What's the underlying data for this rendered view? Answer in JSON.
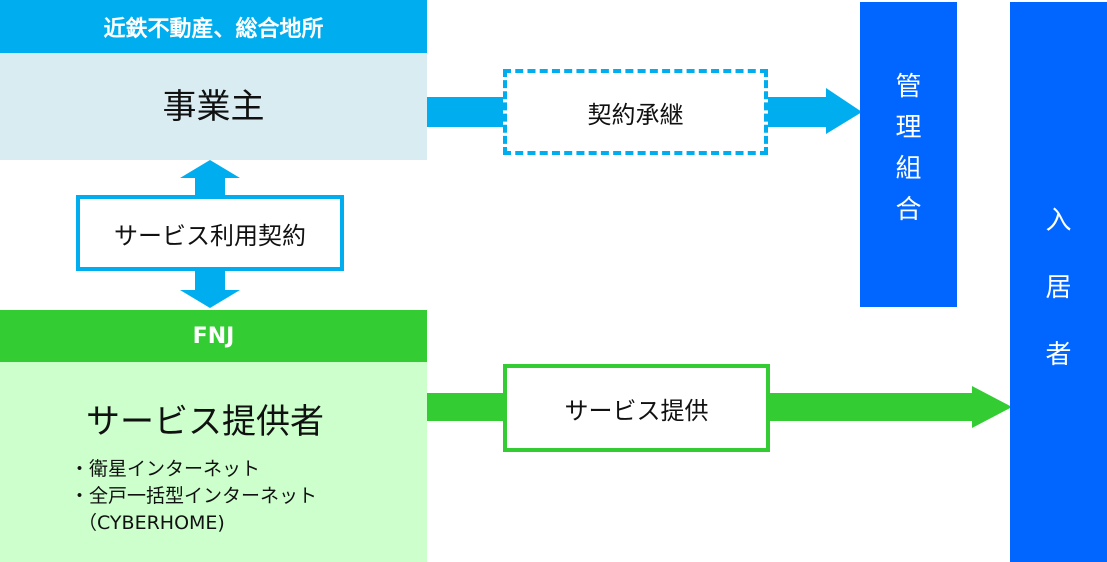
{
  "developer": {
    "header": "近鉄不動産、総合地所",
    "role": "事業主"
  },
  "contract_label": "サービス利用契約",
  "provider": {
    "header": "FNJ",
    "role": "サービス提供者",
    "services": [
      "・衛星インターネット",
      "・全戸一括型インターネット",
      "（CYBERHOME)"
    ]
  },
  "transfer_label": "契約承継",
  "service_label": "サービス提供",
  "management": [
    "管",
    "理",
    "組",
    "合"
  ],
  "residents": [
    "入",
    "居",
    "者"
  ],
  "colors": {
    "cyan": "#00aeef",
    "light_blue": "#d9ecf2",
    "green": "#33cc33",
    "light_green": "#ccffcc",
    "blue": "#0066ff"
  }
}
